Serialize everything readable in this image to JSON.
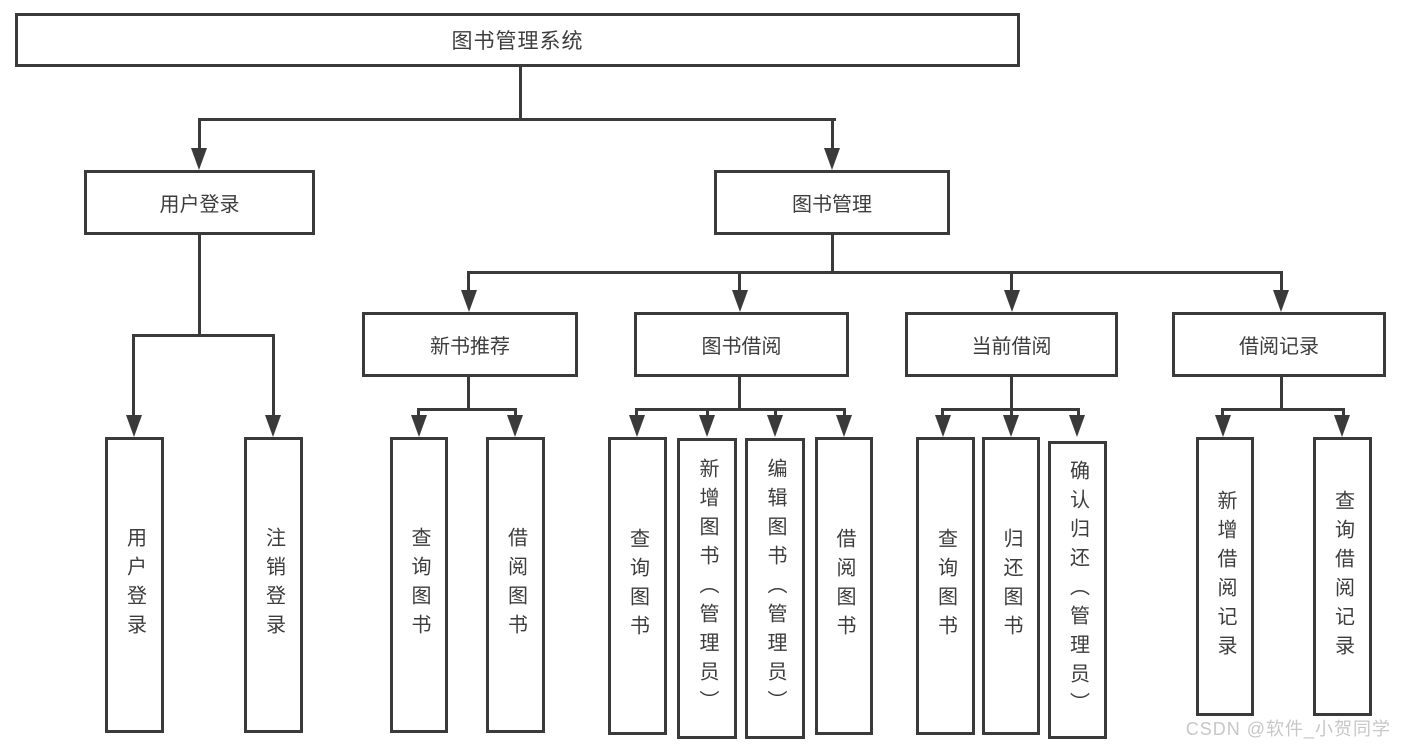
{
  "diagram_type": "hierarchy-tree",
  "colors": {
    "line": "#3a3a3a",
    "box_border": "#3a3a3a",
    "box_fill": "#ffffff",
    "text": "#3d3d3d",
    "watermark": "#c7c7c7",
    "background": "#ffffff"
  },
  "watermark": "CSDN @软件_小贺同学",
  "tree": {
    "label": "图书管理系统",
    "children": [
      {
        "label": "用户登录",
        "children": [
          {
            "label": "用户登录"
          },
          {
            "label": "注销登录"
          }
        ]
      },
      {
        "label": "图书管理",
        "children": [
          {
            "label": "新书推荐",
            "children": [
              {
                "label": "查询图书"
              },
              {
                "label": "借阅图书"
              }
            ]
          },
          {
            "label": "图书借阅",
            "children": [
              {
                "label": "查询图书"
              },
              {
                "label": "新增图书（管理员）"
              },
              {
                "label": "编辑图书（管理员）"
              },
              {
                "label": "借阅图书"
              }
            ]
          },
          {
            "label": "当前借阅",
            "children": [
              {
                "label": "查询图书"
              },
              {
                "label": "归还图书"
              },
              {
                "label": "确认归还（管理员）"
              }
            ]
          },
          {
            "label": "借阅记录",
            "children": [
              {
                "label": "新增借阅记录"
              },
              {
                "label": "查询借阅记录"
              }
            ]
          }
        ]
      }
    ]
  }
}
